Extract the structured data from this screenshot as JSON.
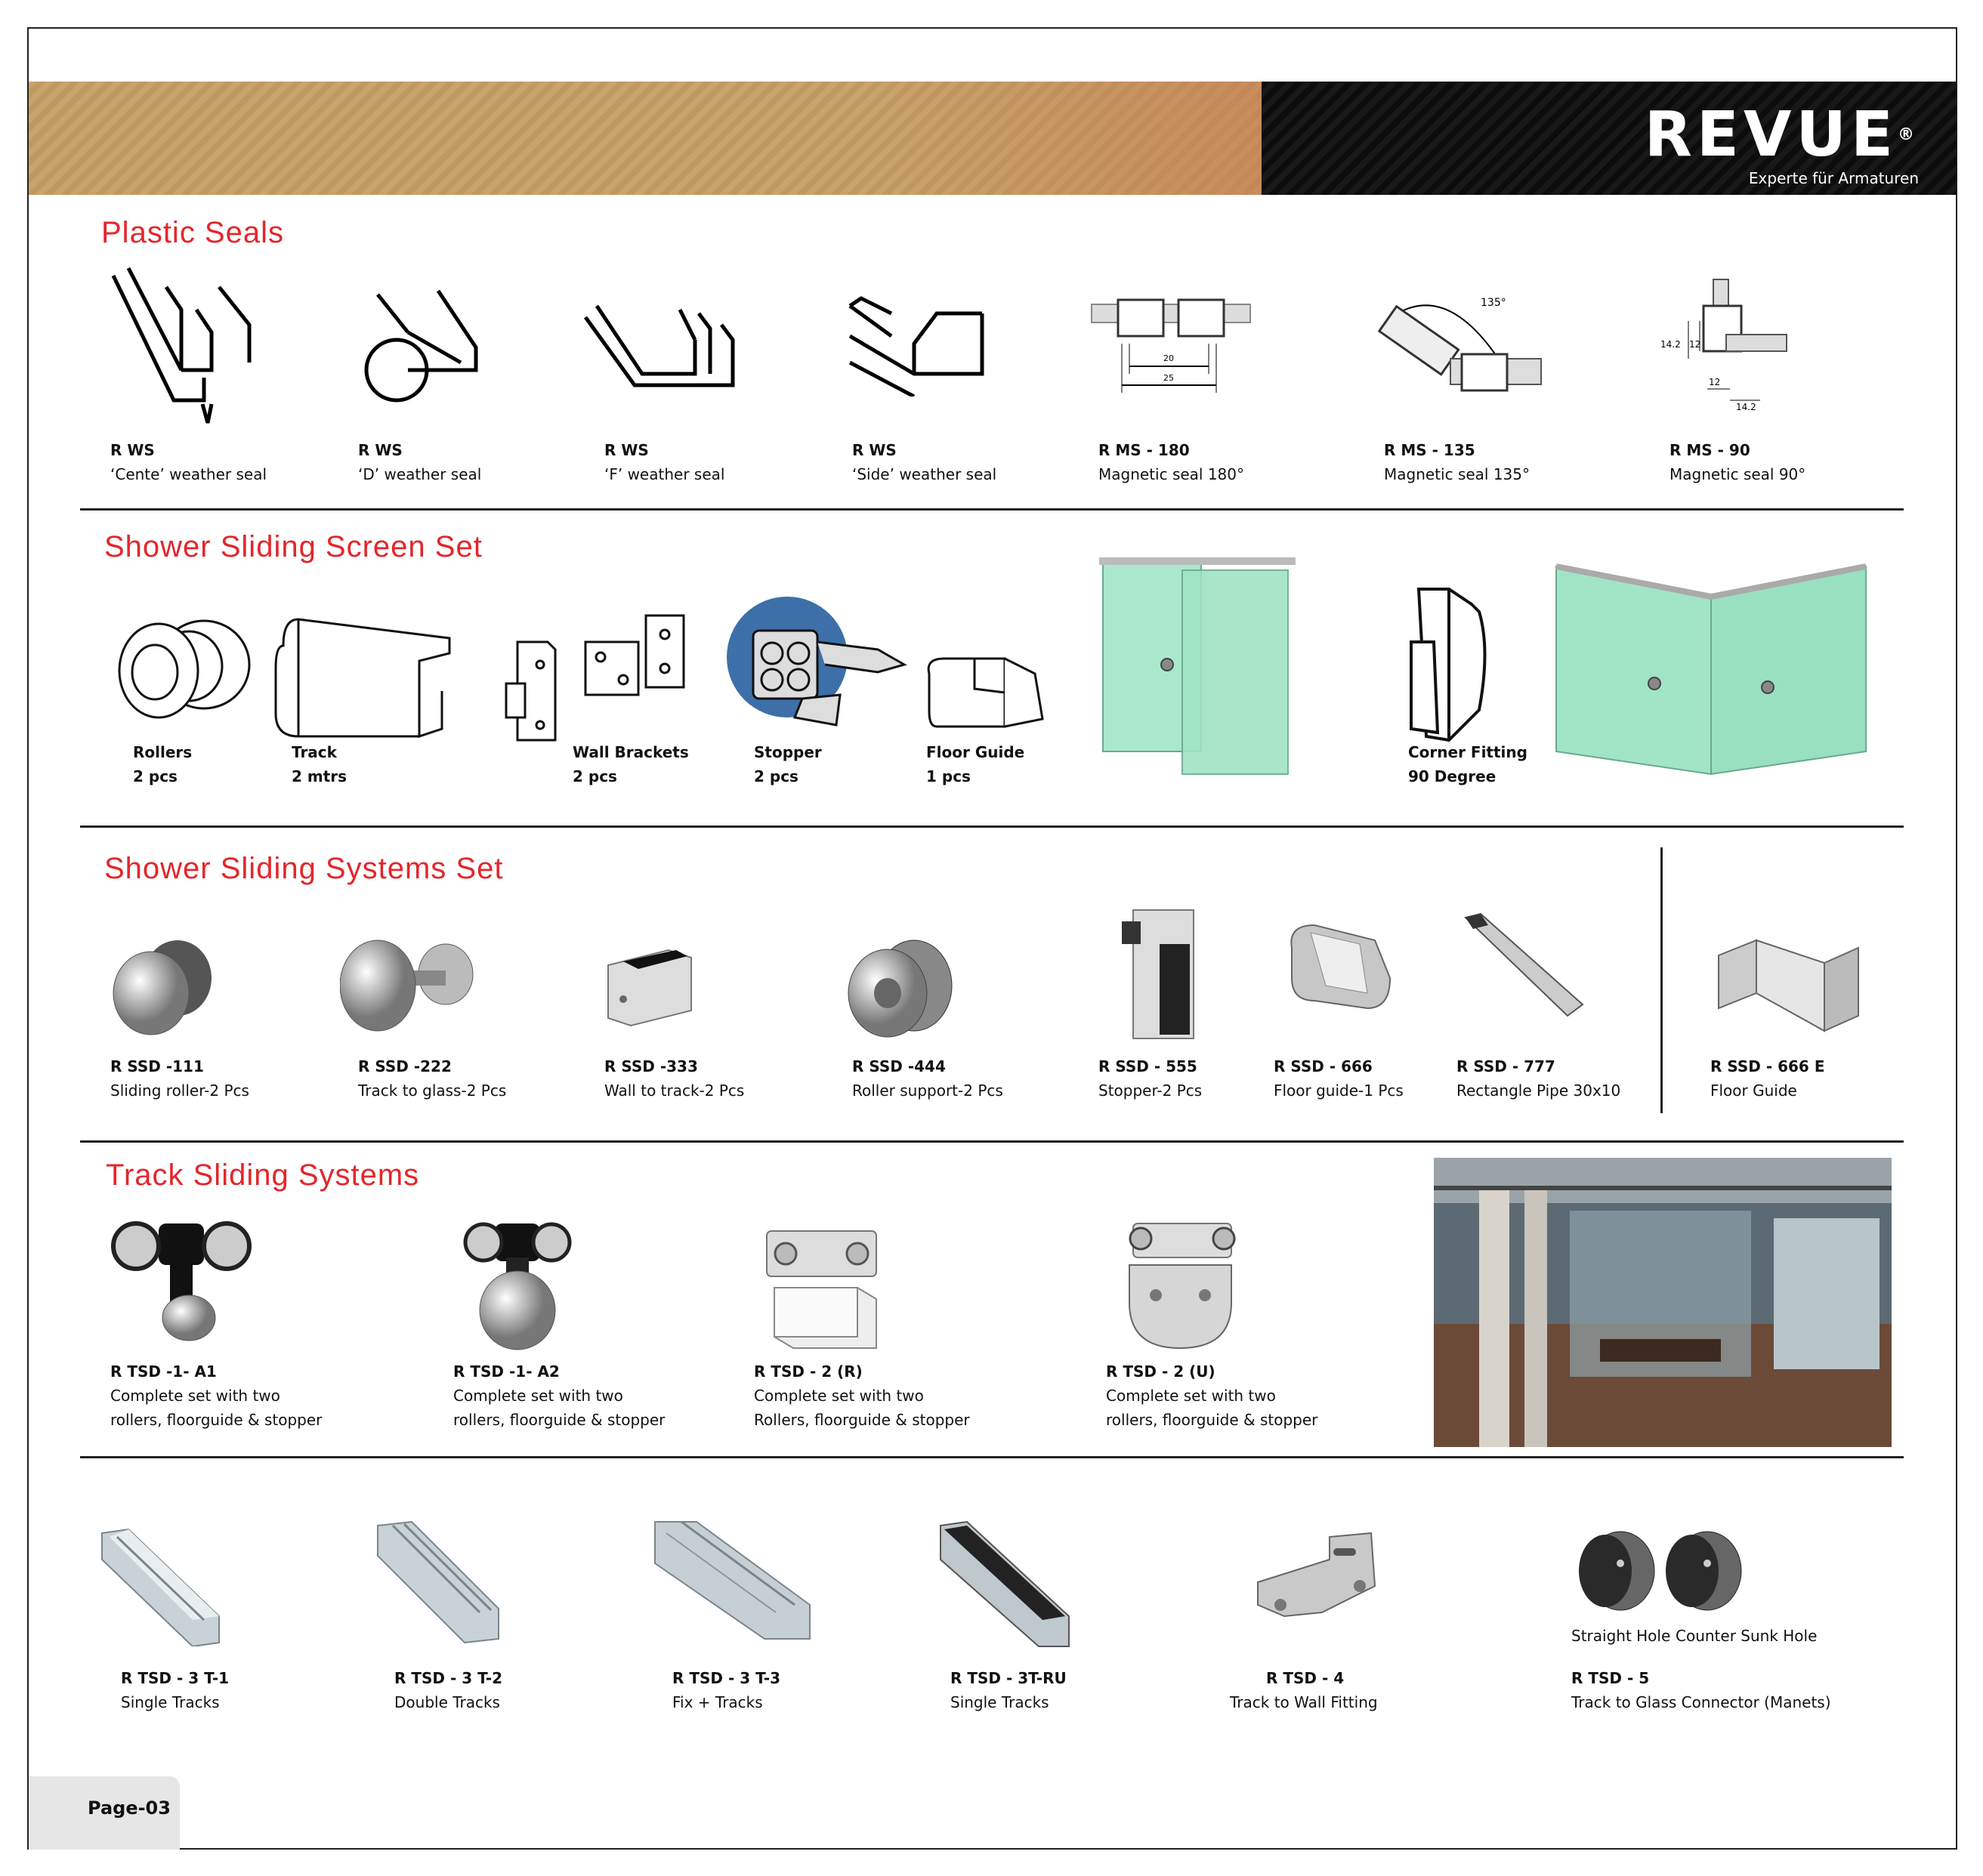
{
  "brand": {
    "name": "REVUE",
    "mark": "®",
    "tagline": "Experte für Armaturen"
  },
  "page_label": "Page-03",
  "sections": {
    "plastic_seals": {
      "title": "Plastic Seals",
      "items": [
        {
          "code": "R WS",
          "desc": "‘Cente’ weather seal"
        },
        {
          "code": "R WS",
          "desc": "‘D’ weather seal"
        },
        {
          "code": "R WS",
          "desc": "‘F’ weather seal"
        },
        {
          "code": "R WS",
          "desc": "‘Side’ weather seal"
        },
        {
          "code": "R MS - 180",
          "desc": "Magnetic seal 180°"
        },
        {
          "code": "R MS - 135",
          "desc": "Magnetic seal 135°"
        },
        {
          "code": "R MS - 90",
          "desc": "Magnetic seal 90°"
        }
      ],
      "dims": {
        "d20": "20",
        "d25": "25",
        "a135": "135°",
        "h142": "14.2",
        "h12": "12",
        "w12": "12",
        "w142": "14.2"
      }
    },
    "screen_set": {
      "title": "Shower Sliding Screen Set",
      "items": [
        {
          "code": "Rollers",
          "desc": "2 pcs"
        },
        {
          "code": "Track",
          "desc": "2 mtrs"
        },
        {
          "code": "Wall Brackets",
          "desc": "2 pcs"
        },
        {
          "code": "Stopper",
          "desc": "2 pcs"
        },
        {
          "code": "Floor Guide",
          "desc": "1 pcs"
        },
        {
          "code": "Corner Fitting",
          "desc": "90 Degree"
        }
      ]
    },
    "systems_set": {
      "title": "Shower Sliding Systems Set",
      "items": [
        {
          "code": "R SSD -111",
          "desc": "Sliding roller-2 Pcs"
        },
        {
          "code": "R SSD -222",
          "desc": "Track to glass-2 Pcs"
        },
        {
          "code": "R SSD -333",
          "desc": "Wall to track-2 Pcs"
        },
        {
          "code": "R SSD -444",
          "desc": "Roller support-2 Pcs"
        },
        {
          "code": "R SSD - 555",
          "desc": "Stopper-2 Pcs"
        },
        {
          "code": "R SSD - 666",
          "desc": "Floor guide-1 Pcs"
        },
        {
          "code": "R SSD - 777",
          "desc": "Rectangle Pipe 30x10"
        },
        {
          "code": "R SSD - 666 E",
          "desc": "Floor Guide"
        }
      ]
    },
    "track_systems": {
      "title": "Track Sliding Systems",
      "items": [
        {
          "code": "R TSD -1- A1",
          "line1": "Complete set with two",
          "line2": "rollers, floorguide & stopper"
        },
        {
          "code": "R TSD -1- A2",
          "line1": "Complete set with two",
          "line2": "rollers, floorguide & stopper"
        },
        {
          "code": "R TSD - 2 (R)",
          "line1": "Complete set with two",
          "line2": "Rollers, floorguide & stopper"
        },
        {
          "code": "R TSD - 2 (U)",
          "line1": "Complete set with two",
          "line2": "rollers, floorguide & stopper"
        }
      ]
    },
    "tracks": {
      "items": [
        {
          "code": "R TSD - 3 T-1",
          "desc": "Single Tracks"
        },
        {
          "code": "R TSD - 3 T-2",
          "desc": "Double Tracks"
        },
        {
          "code": "R TSD - 3 T-3",
          "desc": "Fix + Tracks"
        },
        {
          "code": "R TSD - 3T-RU",
          "desc": "Single Tracks"
        },
        {
          "code": "R TSD - 4",
          "desc": "Track  to Wall Fitting"
        },
        {
          "code": "R TSD - 5",
          "desc": "Track to Glass Connector (Manets)"
        }
      ],
      "hole_labels": {
        "straight": "Straight Hole",
        "counter": "Counter Sunk Hole"
      }
    }
  },
  "colors": {
    "title_red": "#e4262b",
    "banner_gold": "#c8a46c",
    "banner_black": "#111111",
    "glass_green": "#9fe3c4"
  }
}
